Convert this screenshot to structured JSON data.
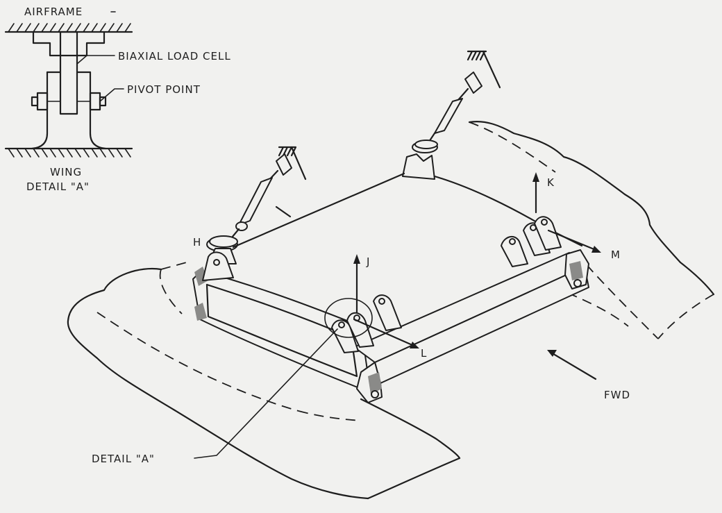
{
  "detail_inset": {
    "airframe_label": "AIRFRAME",
    "load_cell_label": "BIAXIAL LOAD CELL",
    "pivot_label": "PIVOT POINT",
    "wing_label": "WING",
    "detail_caption": "DETAIL \"A\""
  },
  "main_view": {
    "h_label": "H",
    "j_label": "J",
    "k_label": "K",
    "l_label": "L",
    "m_label": "M",
    "fwd_label": "FWD",
    "detail_callout": "DETAIL \"A\""
  }
}
